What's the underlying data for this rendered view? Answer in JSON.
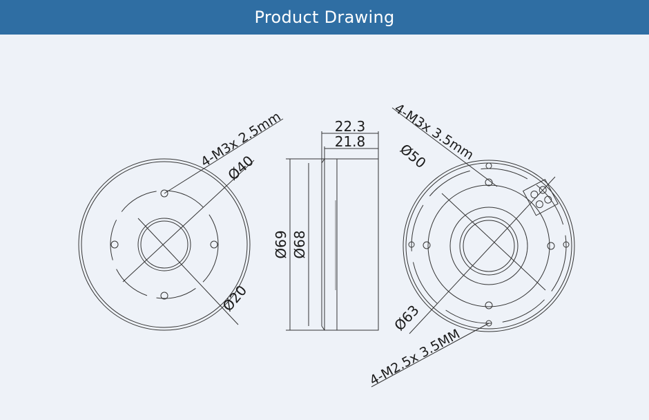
{
  "header": {
    "title": "Product Drawing"
  },
  "labels": {
    "left_thread": "4-M3x 2.5mm",
    "left_d40": "Ø40",
    "left_d20": "Ø20",
    "side_w1": "22.3",
    "side_w2": "21.8",
    "side_h1": "Ø69",
    "side_h2": "Ø68",
    "right_thread_top": "4-M3x 3.5mm",
    "right_d50": "Ø50",
    "right_d63": "Ø63",
    "right_thread_bottom": "4-M2.5x 3.5MM"
  },
  "colors": {
    "header_bg": "#2f6ea3",
    "background": "#eef2f8",
    "line": "#333333"
  }
}
